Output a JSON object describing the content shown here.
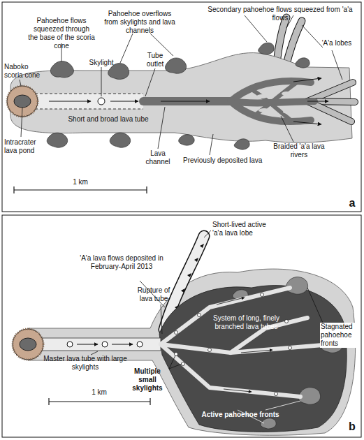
{
  "diagram": {
    "labels": [
      "Pahoehoe flows squeezed through the base of the scoria cone",
      "Pahoehoe overflows from skylights and lava channels",
      "Secondary pahoehoe flows squeezed from 'a'a flows",
      "Naboko scoria cone",
      "Intracrater lava pond",
      "Skylight",
      "Tube outlet",
      "Short and broad lava tube",
      "Lava channel",
      "Previously deposited lava",
      "Braided 'a'a lava rivers",
      "'A'a lobes",
      "1 km",
      "a",
      "Short-lived active 'a'a lava lobe",
      "'A'a lava flows deposited in February-April 2013",
      "Rupture of lava tube",
      "Stagnated pahoehoe fronts",
      "Master lava tube with large skylights",
      "System of long, finely branched lava tubes",
      "Multiple small skylights",
      "Active pahoehoe fronts",
      "1 km",
      "b"
    ]
  }
}
